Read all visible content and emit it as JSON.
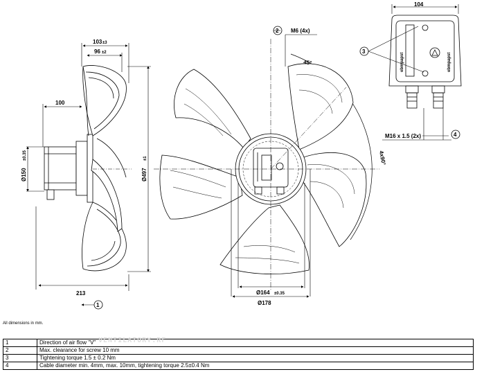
{
  "dimensions": {
    "overall_depth": "213",
    "depth_103": "103",
    "tol_103": "±3",
    "depth_96": "96",
    "tol_96": "±2",
    "depth_100": "100",
    "hub_diameter": "Ø150",
    "tol_hub": "±0.35",
    "fan_diameter": "Ø497",
    "tol_fan": "±1",
    "bolt_circle": "Ø164",
    "tol_bolt": "±0.35",
    "flange_diameter": "Ø178",
    "box_width": "104",
    "thread_m6": "M6 (4x)",
    "gland": "M16 x 1.5 (2x)",
    "angle_45": "45°",
    "angle_4x90": "4x90°"
  },
  "callouts": {
    "c1": "1",
    "c2": "2",
    "c3": "3",
    "c4": "4"
  },
  "box_label": "ebmpapst",
  "note": "All dimensions in mm.",
  "watermark": "VENTILATORY.RF",
  "legend": [
    {
      "num": "1",
      "text": "Direction of air flow \"V\""
    },
    {
      "num": "2",
      "text": "Max. clearance for screw 10 mm"
    },
    {
      "num": "3",
      "text": "Tightening torque 1.5 ± 0.2 Nm"
    },
    {
      "num": "4",
      "text": "Cable diameter min. 4mm, max. 10mm, tightening torque 2.5±0.4 Nm"
    }
  ]
}
